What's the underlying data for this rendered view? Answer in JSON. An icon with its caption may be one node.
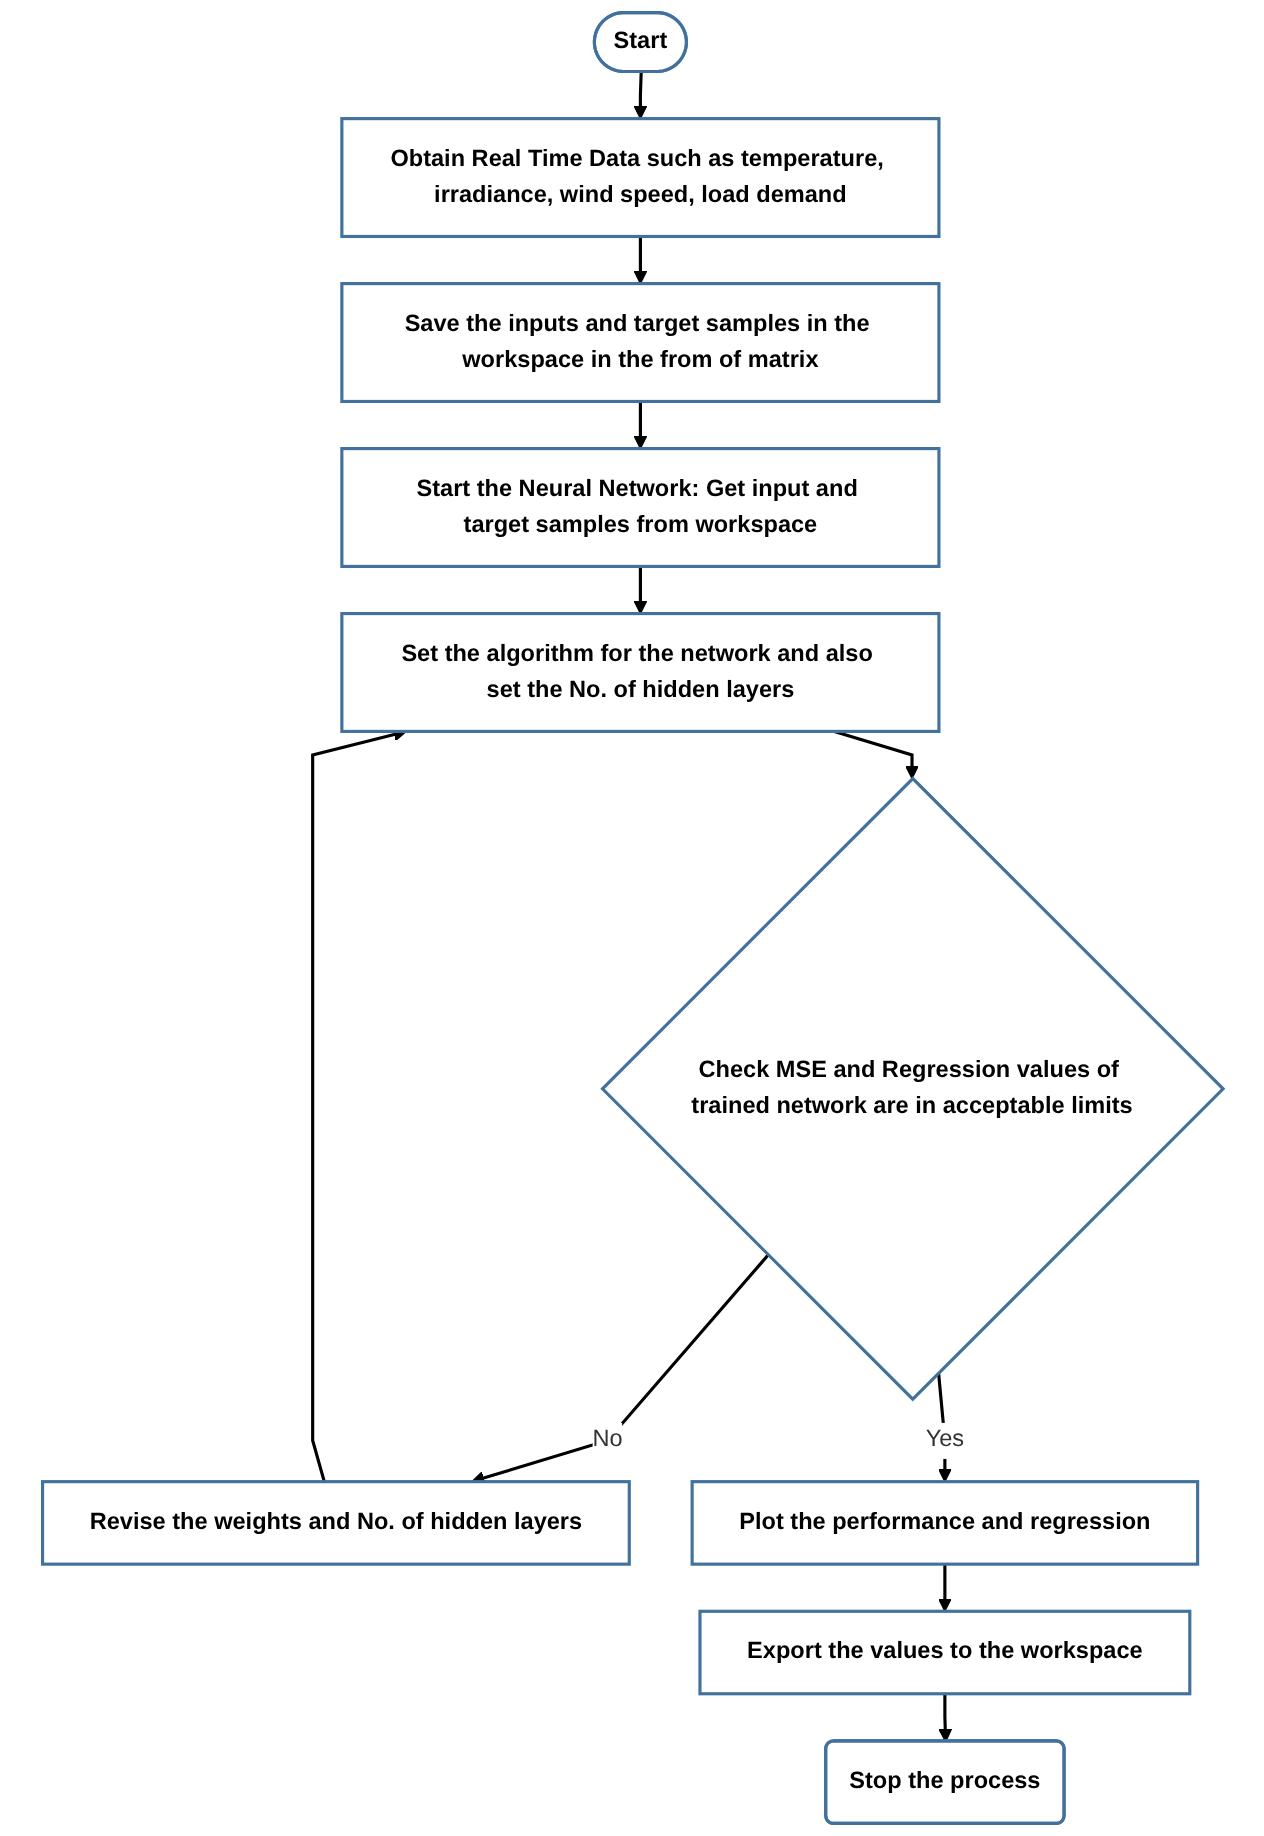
{
  "diagram": {
    "nodes": [
      {
        "text": [
          "Start"
        ]
      },
      {
        "text": [
          "Obtain Real Time Data such as temperature, irradiance, wind speed, load demand"
        ]
      },
      {
        "text": [
          "Save the inputs and target samples in the workspace in the from of matrix"
        ]
      },
      {
        "text": [
          "Start the Neural Network: Get input and target samples from workspace"
        ]
      },
      {
        "text": [
          "Set the algorithm for the network and also set the No. of hidden layers"
        ]
      },
      {
        "text": [
          "Check MSE and Regression values of trained network are in acceptable limits"
        ]
      },
      {
        "text": [
          "Revise the weights and No. of hidden layers"
        ]
      },
      {
        "text": [
          "Plot the performance and regression"
        ]
      },
      {
        "text": [
          "Export the values to the workspace"
        ]
      },
      {
        "text": [
          "Stop the process"
        ]
      }
    ],
    "edges": [
      {
        "from": 0,
        "to": 1,
        "arrow": "to"
      },
      {
        "from": 1,
        "to": 2,
        "arrow": "to"
      },
      {
        "from": 2,
        "to": 3,
        "arrow": "to"
      },
      {
        "from": 3,
        "to": 4,
        "arrow": "to"
      },
      {
        "from": 4,
        "to": 5,
        "arrow": "to"
      },
      {
        "from": 5,
        "to": 6,
        "arrow": "to",
        "label": "No"
      },
      {
        "from": 6,
        "to": 4,
        "arrow": "to"
      },
      {
        "from": 5,
        "to": 7,
        "arrow": "to",
        "label": "Yes"
      },
      {
        "from": 7,
        "to": 8,
        "arrow": "to"
      },
      {
        "from": 8,
        "to": 9,
        "arrow": "to"
      }
    ]
  }
}
